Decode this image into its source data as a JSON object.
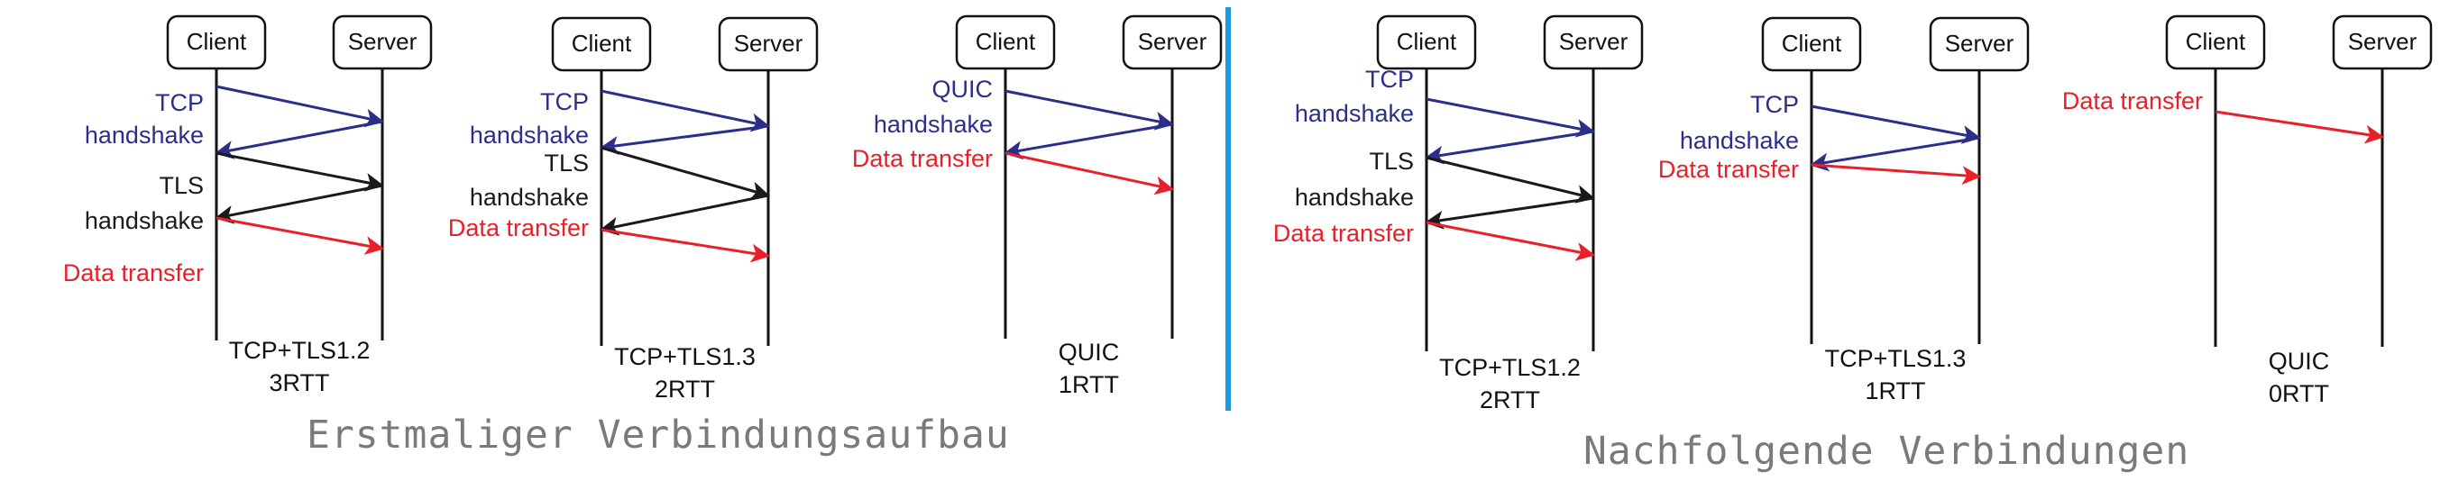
{
  "colors": {
    "tcp": "#2b2f8a",
    "tls": "#1a1a1a",
    "data": "#e8202a",
    "quic": "#2b2f8a",
    "divider": "#1e9be0",
    "caption": "#7a7a7a"
  },
  "sections": [
    {
      "caption": "Erstmaliger Verbindungsaufbau",
      "diagrams": [
        {
          "client_label": "Client",
          "server_label": "Server",
          "phases": [
            {
              "label": "TCP handshake",
              "kind": "tcp"
            },
            {
              "label": "TLS handshake",
              "kind": "tls"
            },
            {
              "label": "Data transfer",
              "kind": "data"
            }
          ],
          "protocol": "TCP+TLS1.2",
          "rtt": "3RTT"
        },
        {
          "client_label": "Client",
          "server_label": "Server",
          "phases": [
            {
              "label": "TCP handshake",
              "kind": "tcp"
            },
            {
              "label": "TLS handshake",
              "kind": "tls"
            },
            {
              "label": "Data transfer",
              "kind": "data"
            }
          ],
          "protocol": "TCP+TLS1.3",
          "rtt": "2RTT"
        },
        {
          "client_label": "Client",
          "server_label": "Server",
          "phases": [
            {
              "label": "QUIC handshake",
              "kind": "quic"
            },
            {
              "label": "Data transfer",
              "kind": "data"
            }
          ],
          "protocol": "QUIC",
          "rtt": "1RTT"
        }
      ]
    },
    {
      "caption": "Nachfolgende Verbindungen",
      "diagrams": [
        {
          "client_label": "Client",
          "server_label": "Server",
          "phases": [
            {
              "label": "TCP handshake",
              "kind": "tcp"
            },
            {
              "label": "TLS handshake",
              "kind": "tls"
            },
            {
              "label": "Data transfer",
              "kind": "data"
            }
          ],
          "protocol": "TCP+TLS1.2",
          "rtt": "2RTT"
        },
        {
          "client_label": "Client",
          "server_label": "Server",
          "phases": [
            {
              "label": "TCP handshake",
              "kind": "tcp"
            },
            {
              "label": "Data transfer",
              "kind": "data"
            }
          ],
          "protocol": "TCP+TLS1.3",
          "rtt": "1RTT"
        },
        {
          "client_label": "Client",
          "server_label": "Server",
          "phases": [
            {
              "label": "Data transfer",
              "kind": "data"
            }
          ],
          "protocol": "QUIC",
          "rtt": "0RTT"
        }
      ]
    }
  ]
}
